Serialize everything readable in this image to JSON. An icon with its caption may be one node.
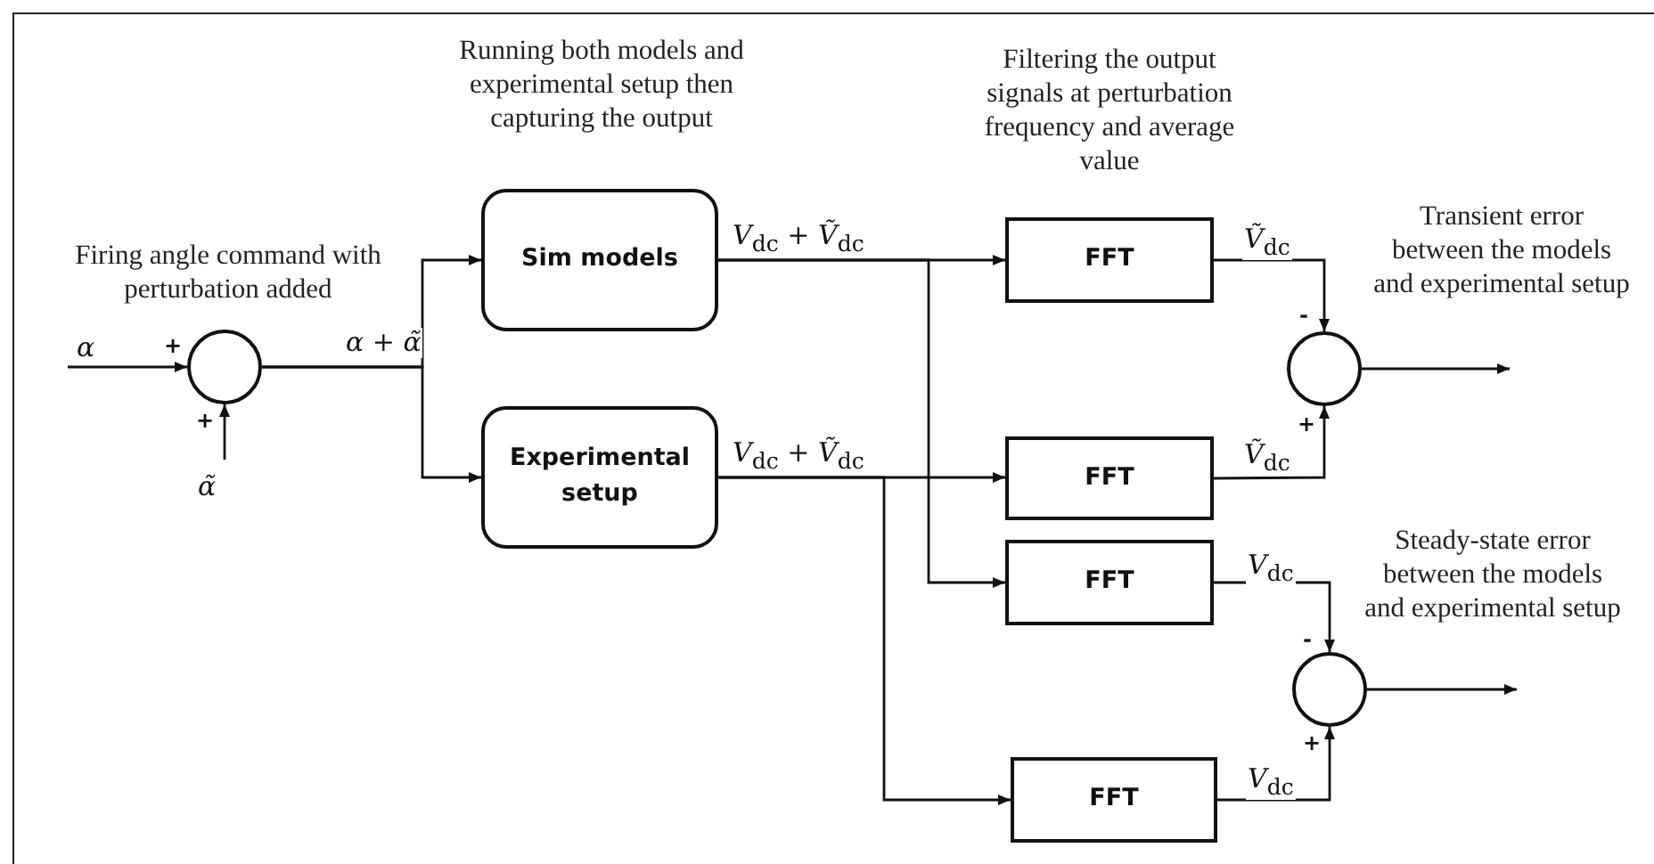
{
  "diagram": {
    "nodes": [
      {
        "text": [],
        "shape": "circle"
      },
      {
        "text": [
          "Sim models"
        ]
      },
      {
        "text": [
          "Experimental setup"
        ]
      },
      {
        "text": [
          "FFT"
        ]
      },
      {
        "text": [
          "FFT"
        ]
      },
      {
        "text": [
          "FFT"
        ]
      },
      {
        "text": [
          "FFT"
        ]
      },
      {
        "text": [],
        "shape": "circle"
      },
      {
        "text": [],
        "shape": "circle"
      }
    ],
    "edges": [
      {
        "from": null,
        "to": 0,
        "arrow": "to",
        "label": "*α*"
      },
      {
        "from": null,
        "to": 0,
        "arrow": "to",
        "label": "*α̃*"
      },
      {
        "from": 0,
        "to": 1,
        "arrow": "to",
        "label": "*α* + *α̃*"
      },
      {
        "from": 0,
        "to": 2,
        "arrow": "to"
      },
      {
        "from": 1,
        "to": 3,
        "arrow": "to",
        "label": "*V*$_{dc}$ + *Ṽ*$_{dc}$"
      },
      {
        "from": 1,
        "to": 5,
        "arrow": "to"
      },
      {
        "from": 2,
        "to": 4,
        "arrow": "to",
        "label": "*V*$_{dc}$ + *Ṽ*$_{dc}$"
      },
      {
        "from": 2,
        "to": 6,
        "arrow": "to"
      },
      {
        "from": 3,
        "to": 7,
        "arrow": "to",
        "label": "*Ṽ*$_{dc}$"
      },
      {
        "from": 4,
        "to": 7,
        "arrow": "to",
        "label": "*Ṽ*$_{dc}$"
      },
      {
        "from": 5,
        "to": 8,
        "arrow": "to",
        "label": "*V*$_{dc}$"
      },
      {
        "from": 6,
        "to": 8,
        "arrow": "to",
        "label": "*V*$_{dc}$"
      },
      {
        "from": 7,
        "to": null,
        "arrow": "to"
      },
      {
        "from": 8,
        "to": null,
        "arrow": "to"
      }
    ],
    "labels": [
      "Running both models and experimental setup then capturing the output",
      "Filtering the output signals at perturbation frequency and average value",
      "Firing angle command with perturbation added",
      "Transient error between the models and experimental setup",
      "+",
      "+",
      "-",
      "+",
      "Steady-state error between the models and experimental setup",
      "-",
      "+"
    ]
  }
}
